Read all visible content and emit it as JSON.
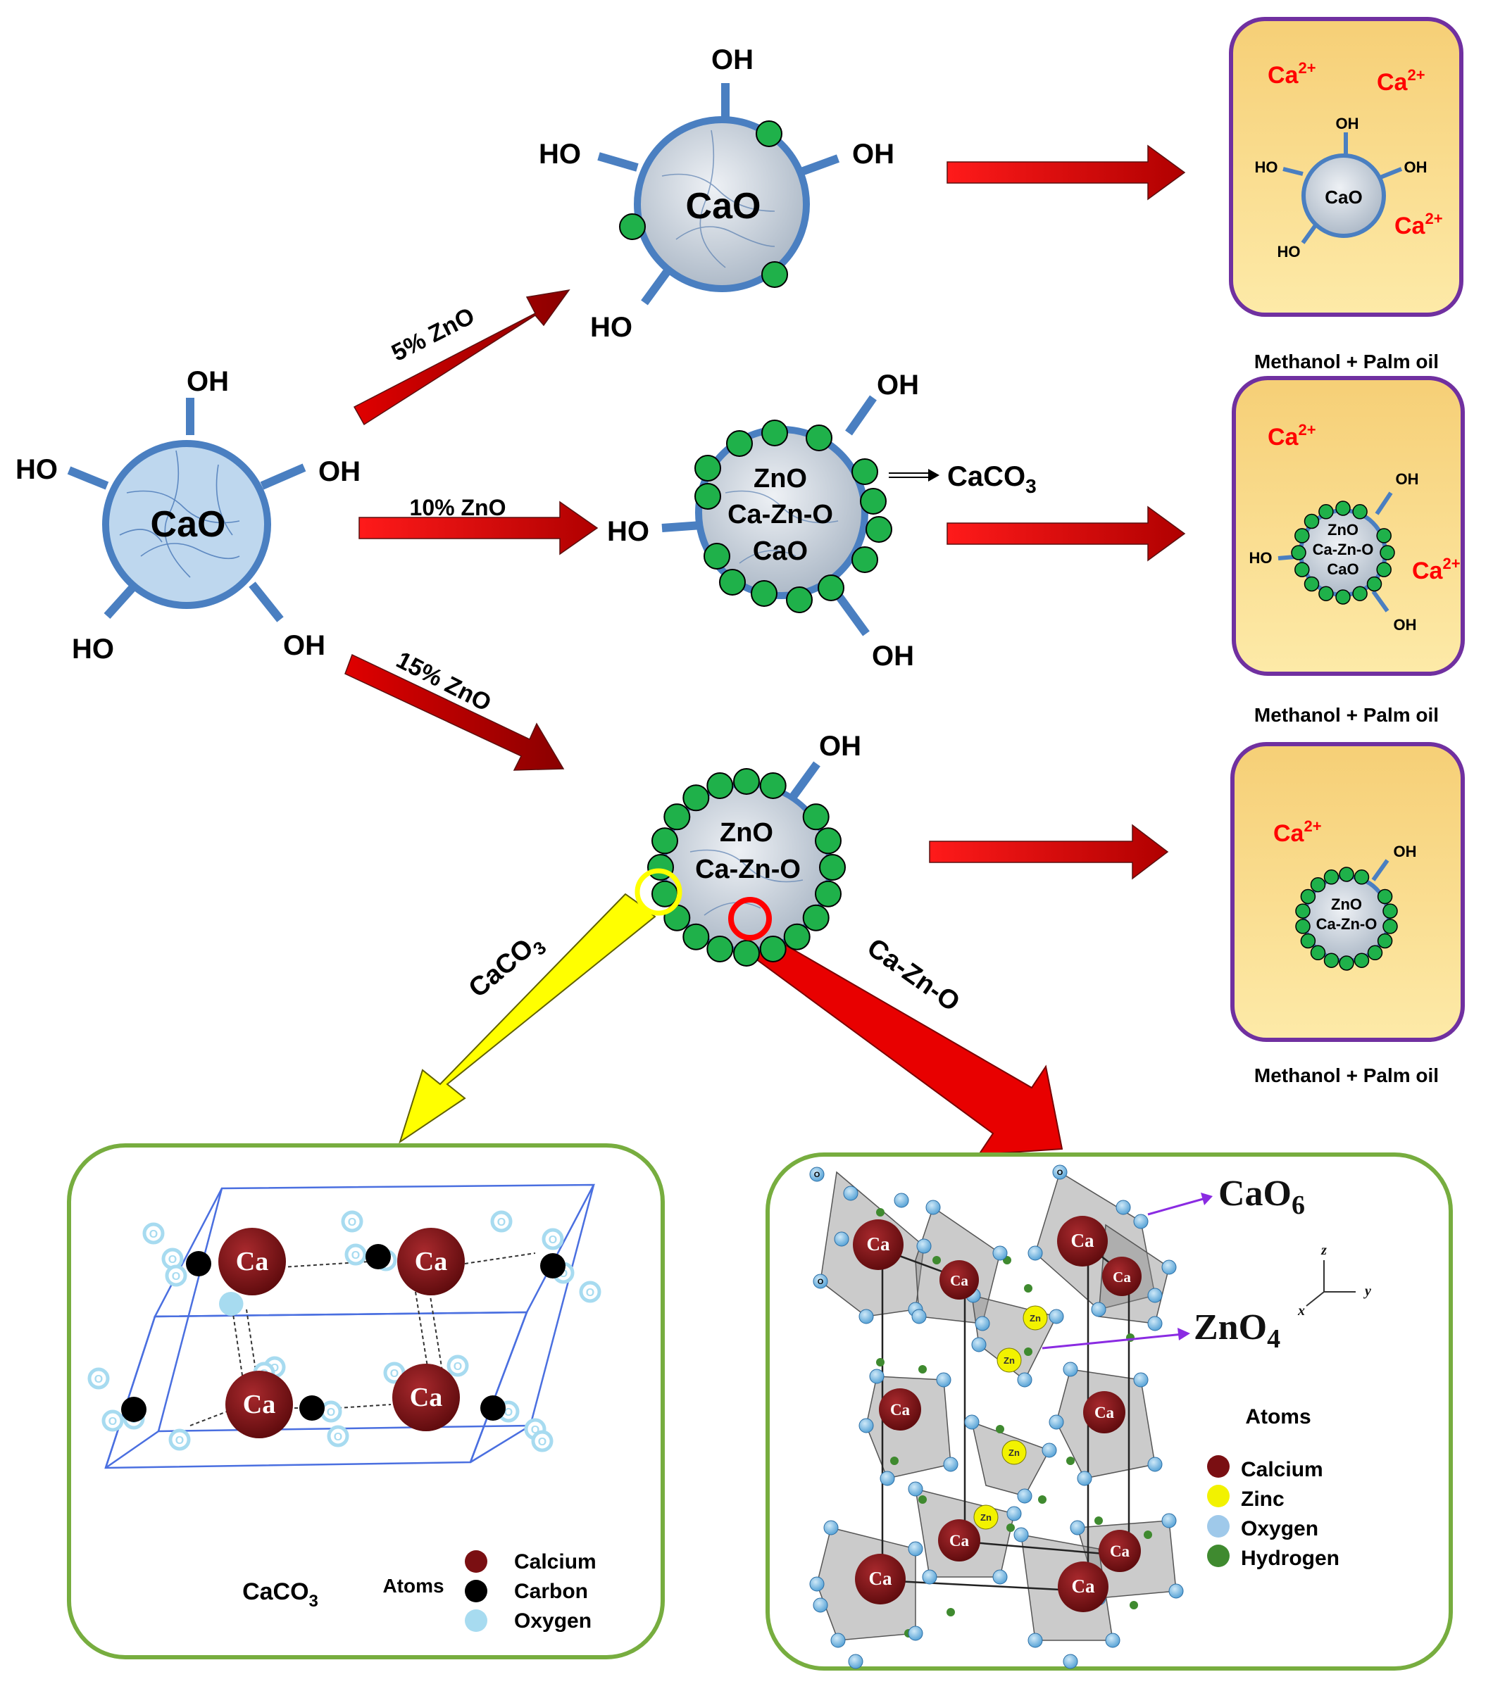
{
  "colors": {
    "cao_fill": "#bed7ee",
    "particle_fill": "#c6cfd8",
    "shell_blue": "#4a7fc1",
    "zno_green": "#1fb14a",
    "arrow_red": "#e00000",
    "arrow_yellow": "#ffff00",
    "solution_bg": "#fde59d",
    "solution_border": "#7030a0",
    "structure_border": "#77ad3f",
    "calcium": "#7a0f12",
    "zinc": "#f2f200",
    "oxygen": "#a7dbf0",
    "carbon": "#000000",
    "hydrogen": "#3f8a2f"
  },
  "start": {
    "core": "CaO",
    "groups": [
      "OH",
      "HO",
      "OH",
      "HO",
      "OH"
    ]
  },
  "arrows": {
    "zno5": "5% ZnO",
    "zno10": "10% ZnO",
    "zno15": "15% ZnO",
    "caco3": "CaCO3",
    "cazno": "Ca-Zn-O"
  },
  "p5": {
    "core": "CaO",
    "groups": [
      "OH",
      "HO",
      "OH",
      "HO"
    ]
  },
  "p10": {
    "lines": [
      "ZnO",
      "Ca-Zn-O",
      "CaO"
    ],
    "groups": [
      "OH",
      "HO",
      "OH"
    ],
    "pointer": "CaCO3"
  },
  "p15": {
    "lines": [
      "ZnO",
      "Ca-Zn-O"
    ],
    "groups": [
      "OH"
    ]
  },
  "solutions": [
    {
      "ions": [
        "Ca2+",
        "Ca2+",
        "Ca2+"
      ],
      "core_lines": [
        "CaO"
      ],
      "groups": [
        "OH",
        "HO",
        "OH",
        "HO"
      ],
      "caption": "Methanol + Palm oil"
    },
    {
      "ions": [
        "Ca2+",
        "Ca2+"
      ],
      "core_lines": [
        "ZnO",
        "Ca-Zn-O",
        "CaO"
      ],
      "groups": [
        "OH",
        "HO",
        "OH"
      ],
      "caption": "Methanol + Palm oil"
    },
    {
      "ions": [
        "Ca2+"
      ],
      "core_lines": [
        "ZnO",
        "Ca-Zn-O"
      ],
      "groups": [
        "OH"
      ],
      "caption": "Methanol + Palm oil"
    }
  ],
  "caco3_panel": {
    "name": "CaCO3",
    "atom_label": "Ca",
    "oxygen_label": "O",
    "legend_title": "Atoms",
    "legend": [
      "Calcium",
      "Carbon",
      "Oxygen"
    ]
  },
  "cazno_panel": {
    "cao6": "CaO6",
    "zno4": "ZnO4",
    "atom_ca": "Ca",
    "atom_zn": "Zn",
    "atom_o": "O",
    "axes": [
      "z",
      "y",
      "x"
    ],
    "legend_title": "Atoms",
    "legend": [
      "Calcium",
      "Zinc",
      "Oxygen",
      "Hydrogen"
    ]
  }
}
